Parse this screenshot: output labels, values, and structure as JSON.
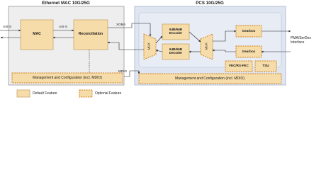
{
  "colors": {
    "default_fill": "#f6dca9",
    "default_stroke": "#c9a46a",
    "optional_stroke": "#d07f1a",
    "pcs_fill": "#dfe6f1",
    "mac_fill": "#eeeeee",
    "line": "#222222"
  },
  "mac_section": {
    "title": "Ethernet MAC 10G/25G",
    "mac_label": "MAC",
    "reconciliation_label": "Reconciliation",
    "axis_left": "AXI-S",
    "axis_mid": "AXI-S",
    "xgmii": "XGMII"
  },
  "pcs_section": {
    "title": "PCS 10G/25G",
    "encoder_line1": "64B/66B",
    "encoder_line2": "Encoder",
    "decoder_line1": "64B/66B",
    "decoder_line2": "Decoder",
    "mux_left": "MUX",
    "mux_right": "MUX",
    "gearbox_top": "Gearbox",
    "gearbox_bottom": "Gearbox",
    "fec": "FEC/RS-FEC",
    "tsu": "TSU",
    "pma_line1": "PMA/SerDes",
    "pma_line2": "Interface"
  },
  "management": {
    "mac_mgmt": "Management and Configuration (incl. MDIO)",
    "pcs_mgmt": "Management and Configuration (incl. MDIO)",
    "mdio": "MDIO"
  },
  "legend": {
    "default": "Default Feature",
    "optional": "Optional Feature"
  }
}
